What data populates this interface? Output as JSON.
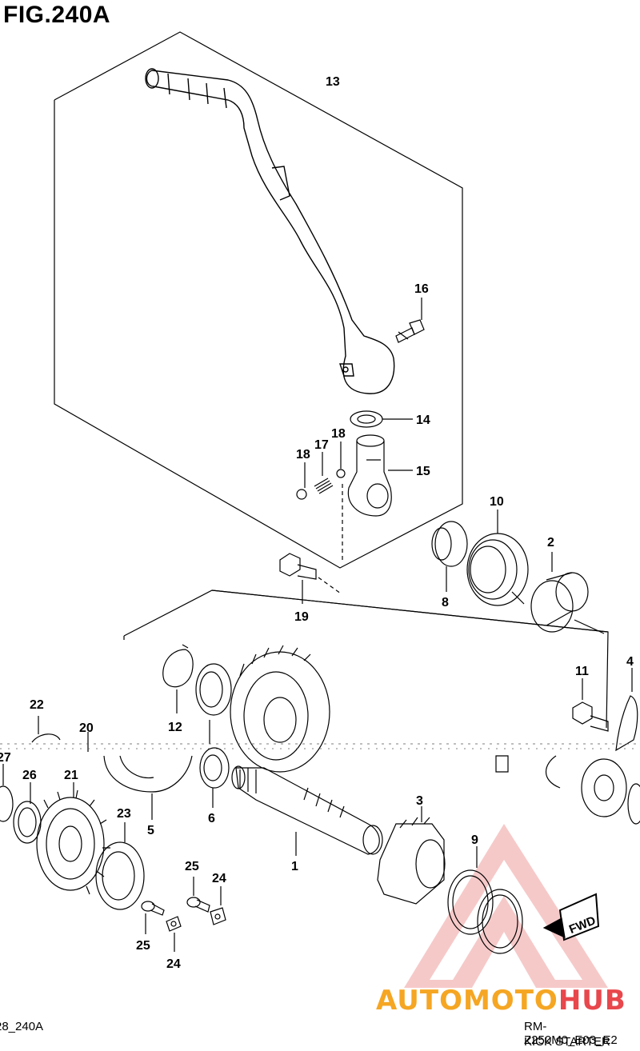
{
  "figure": {
    "title": "FIG.240A"
  },
  "footer": {
    "left_code": "28_240A",
    "model_code": "RM-Z250M0_E03_E2",
    "section_name": "KICK STARTER"
  },
  "callouts": [
    {
      "id": "c13",
      "label": "13"
    },
    {
      "id": "c16",
      "label": "16"
    },
    {
      "id": "c14",
      "label": "14"
    },
    {
      "id": "c17",
      "label": "17"
    },
    {
      "id": "c18a",
      "label": "18"
    },
    {
      "id": "c18b",
      "label": "18"
    },
    {
      "id": "c15",
      "label": "15"
    },
    {
      "id": "c10",
      "label": "10"
    },
    {
      "id": "c2",
      "label": "2"
    },
    {
      "id": "c8",
      "label": "8"
    },
    {
      "id": "c19",
      "label": "19"
    },
    {
      "id": "c11",
      "label": "11"
    },
    {
      "id": "c4",
      "label": "4"
    },
    {
      "id": "c22",
      "label": "22"
    },
    {
      "id": "c20",
      "label": "20"
    },
    {
      "id": "c12",
      "label": "12"
    },
    {
      "id": "c27",
      "label": "27"
    },
    {
      "id": "c26",
      "label": "26"
    },
    {
      "id": "c21",
      "label": "21"
    },
    {
      "id": "c5",
      "label": "5"
    },
    {
      "id": "c6",
      "label": "6"
    },
    {
      "id": "c3",
      "label": "3"
    },
    {
      "id": "c23",
      "label": "23"
    },
    {
      "id": "c1",
      "label": "1"
    },
    {
      "id": "c9",
      "label": "9"
    },
    {
      "id": "c25a",
      "label": "25"
    },
    {
      "id": "c24a",
      "label": "24"
    },
    {
      "id": "c25b",
      "label": "25"
    },
    {
      "id": "c24b",
      "label": "24"
    }
  ],
  "fwd_badge": "FWD",
  "watermark": {
    "part1": "AUTOMOTO",
    "part2": "HUB"
  },
  "colors": {
    "line": "#000000",
    "watermark_red": "#e8474c",
    "watermark_orange": "#f5a623"
  }
}
